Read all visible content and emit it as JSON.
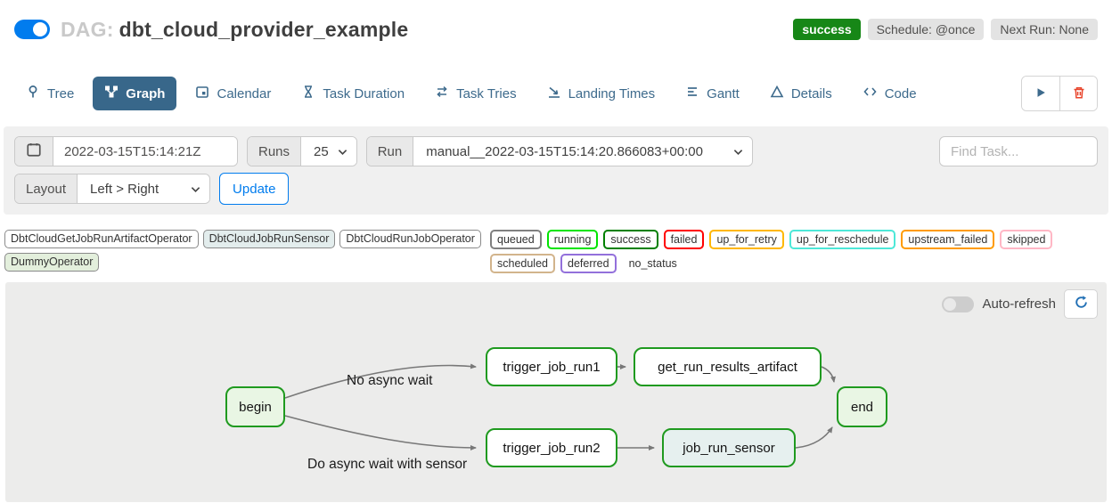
{
  "header": {
    "dag_label": "DAG:",
    "dag_title": "dbt_cloud_provider_example",
    "toggle_state": "on",
    "badges": {
      "status": "success",
      "schedule": "Schedule: @once",
      "next_run": "Next Run: None"
    }
  },
  "tabs": [
    {
      "label": "Tree",
      "active": false
    },
    {
      "label": "Graph",
      "active": true
    },
    {
      "label": "Calendar",
      "active": false
    },
    {
      "label": "Task Duration",
      "active": false
    },
    {
      "label": "Task Tries",
      "active": false
    },
    {
      "label": "Landing Times",
      "active": false
    },
    {
      "label": "Gantt",
      "active": false
    },
    {
      "label": "Details",
      "active": false
    },
    {
      "label": "Code",
      "active": false
    }
  ],
  "filters": {
    "base_date_value": "2022-03-15T15:14:21Z",
    "runs_label": "Runs",
    "runs_value": "25",
    "run_label": "Run",
    "run_value": "manual__2022-03-15T15:14:20.866083+00:00",
    "find_task_placeholder": "Find Task...",
    "layout_label": "Layout",
    "layout_value": "Left > Right",
    "update_label": "Update"
  },
  "legend": {
    "operators": [
      {
        "label": "DbtCloudGetJobRunArtifactOperator",
        "fill": "#ffffff"
      },
      {
        "label": "DbtCloudJobRunSensor",
        "fill": "#e3eded"
      },
      {
        "label": "DbtCloudRunJobOperator",
        "fill": "#ffffff"
      },
      {
        "label": "DummyOperator",
        "fill": "#e3efdc"
      }
    ],
    "statuses": [
      {
        "label": "queued",
        "color": "#808080"
      },
      {
        "label": "running",
        "color": "#00e400"
      },
      {
        "label": "success",
        "color": "#008000"
      },
      {
        "label": "failed",
        "color": "#ff0000"
      },
      {
        "label": "up_for_retry",
        "color": "#ffb700"
      },
      {
        "label": "up_for_reschedule",
        "color": "#4de8d8"
      },
      {
        "label": "upstream_failed",
        "color": "#ff9b00"
      },
      {
        "label": "skipped",
        "color": "#ffb7c5"
      },
      {
        "label": "scheduled",
        "color": "#d2b48c"
      },
      {
        "label": "deferred",
        "color": "#9370db"
      },
      {
        "label": "no_status",
        "color": "transparent"
      }
    ]
  },
  "graph": {
    "auto_refresh_label": "Auto-refresh",
    "auto_refresh_state": "off",
    "nodes": [
      {
        "id": "begin",
        "label": "begin",
        "state": "success"
      },
      {
        "id": "trigger_job_run1",
        "label": "trigger_job_run1",
        "state": "none"
      },
      {
        "id": "get_run_results_artifact",
        "label": "get_run_results_artifact",
        "state": "none"
      },
      {
        "id": "trigger_job_run2",
        "label": "trigger_job_run2",
        "state": "none"
      },
      {
        "id": "job_run_sensor",
        "label": "job_run_sensor",
        "state": "sensor"
      },
      {
        "id": "end",
        "label": "end",
        "state": "success"
      }
    ],
    "edges": [
      {
        "from": "begin",
        "to": "trigger_job_run1",
        "label": "No async wait"
      },
      {
        "from": "begin",
        "to": "trigger_job_run2",
        "label": "Do async wait with sensor"
      },
      {
        "from": "trigger_job_run1",
        "to": "get_run_results_artifact",
        "label": ""
      },
      {
        "from": "trigger_job_run2",
        "to": "job_run_sensor",
        "label": ""
      },
      {
        "from": "get_run_results_artifact",
        "to": "end",
        "label": ""
      },
      {
        "from": "job_run_sensor",
        "to": "end",
        "label": ""
      }
    ]
  },
  "colors": {
    "brand_blue": "#017cee",
    "tab_slate": "#3d6a8c",
    "tab_active_bg": "#38678a",
    "success_badge": "#178717",
    "node_border_green": "#1f9a1f",
    "node_success_fill": "#e9f6e4",
    "node_sensor_fill": "#e6f0ef",
    "panel_gray": "#f0f0f0",
    "graph_bg": "#ececeb",
    "edge_gray": "#787878",
    "delete_red": "#e8442b"
  }
}
